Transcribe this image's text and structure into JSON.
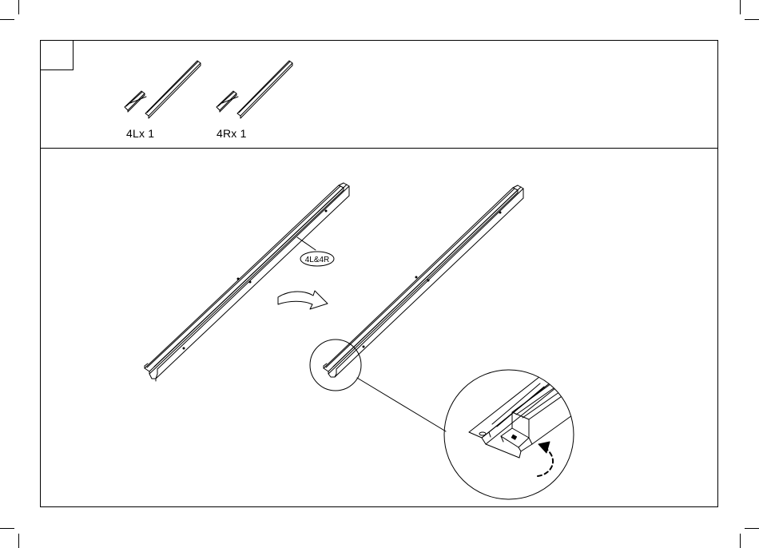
{
  "step": {
    "number": ""
  },
  "parts": [
    {
      "label": "4Lx 1"
    },
    {
      "label": "4Rx 1"
    }
  ],
  "callout": {
    "label": "4L&4R"
  },
  "colors": {
    "line": "#000000",
    "background": "#ffffff"
  },
  "icons": [
    "rail-part-icon",
    "arrow-right-icon",
    "magnifier-detail-icon",
    "curved-dashed-arrow-icon"
  ]
}
